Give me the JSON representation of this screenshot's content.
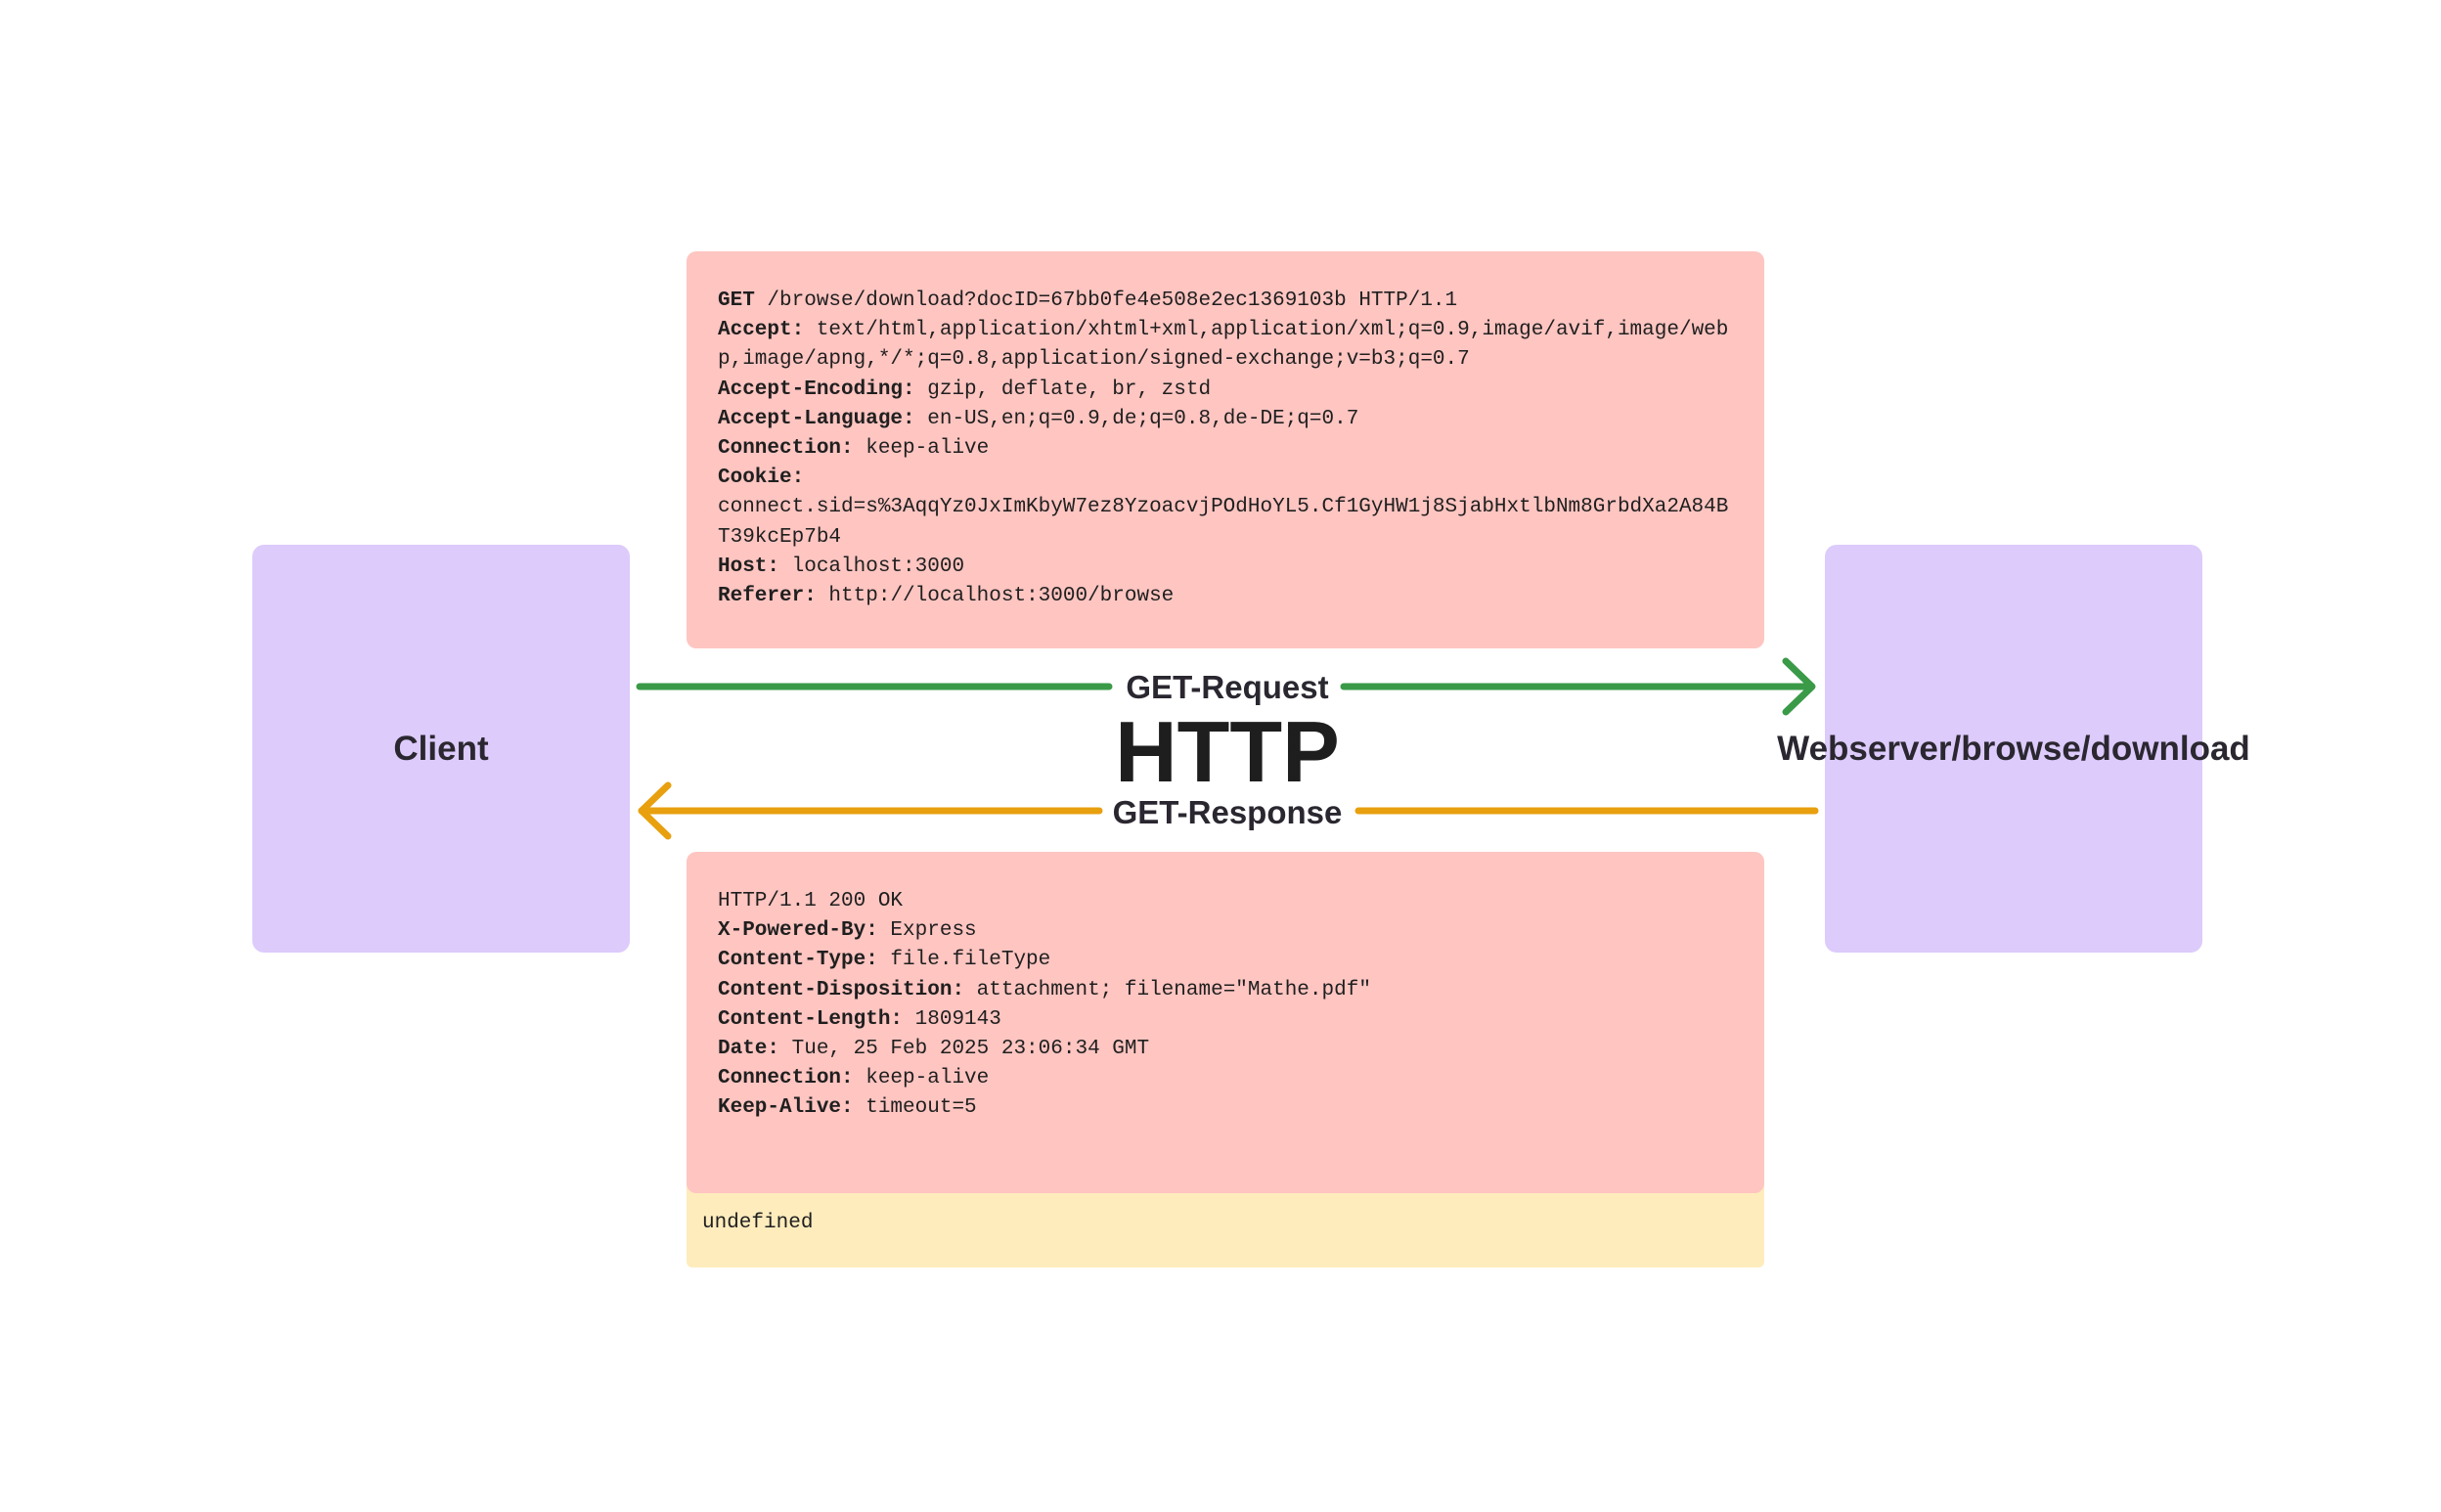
{
  "nodes": {
    "client": "Client",
    "server": "Webserver/browse/download"
  },
  "edges": {
    "request_label": "GET-Request",
    "response_label": "GET-Response",
    "protocol": "HTTP"
  },
  "request_note": {
    "lines": [
      {
        "key": "GET",
        "value": " /browse/download?docID=67bb0fe4e508e2ec1369103b HTTP/1.1"
      },
      {
        "key": "Accept:",
        "value": " text/html,application/xhtml+xml,application/xml;q=0.9,image/avif,image/webp,image/apng,*/*;q=0.8,application/signed-exchange;v=b3;q=0.7"
      },
      {
        "key": "Accept-Encoding:",
        "value": " gzip, deflate, br, zstd"
      },
      {
        "key": "Accept-Language:",
        "value": " en-US,en;q=0.9,de;q=0.8,de-DE;q=0.7"
      },
      {
        "key": "Connection:",
        "value": " keep-alive"
      },
      {
        "key": "Cookie:",
        "value": ""
      },
      {
        "key": "",
        "value": "connect.sid=s%3AqqYz0JxImKbyW7ez8YzoacvjPOdHoYL5.Cf1GyHW1j8SjabHxtlbNm8GrbdXa2A84BT39kcEp7b4"
      },
      {
        "key": "Host:",
        "value": " localhost:3000"
      },
      {
        "key": "Referer:",
        "value": " http://localhost:3000/browse"
      }
    ]
  },
  "response_note": {
    "lines": [
      {
        "key": "",
        "value": "HTTP/1.1 200 OK"
      },
      {
        "key": "X-Powered-By:",
        "value": " Express"
      },
      {
        "key": "Content-Type:",
        "value": " file.fileType"
      },
      {
        "key": "Content-Disposition:",
        "value": " attachment; filename=\"Mathe.pdf\""
      },
      {
        "key": "Content-Length:",
        "value": " 1809143"
      },
      {
        "key": "Date:",
        "value": " Tue, 25 Feb 2025 23:06:34 GMT"
      },
      {
        "key": "Connection:",
        "value": " keep-alive"
      },
      {
        "key": "Keep-Alive:",
        "value": " timeout=5"
      }
    ]
  },
  "footer_note": "undefined",
  "colors": {
    "node_fill": "#dccbfb",
    "note_fill": "#fec5c1",
    "footer_fill": "#feecbd",
    "request_arrow": "#3a9a47",
    "response_arrow": "#e8a00f",
    "text": "#2b2730"
  }
}
